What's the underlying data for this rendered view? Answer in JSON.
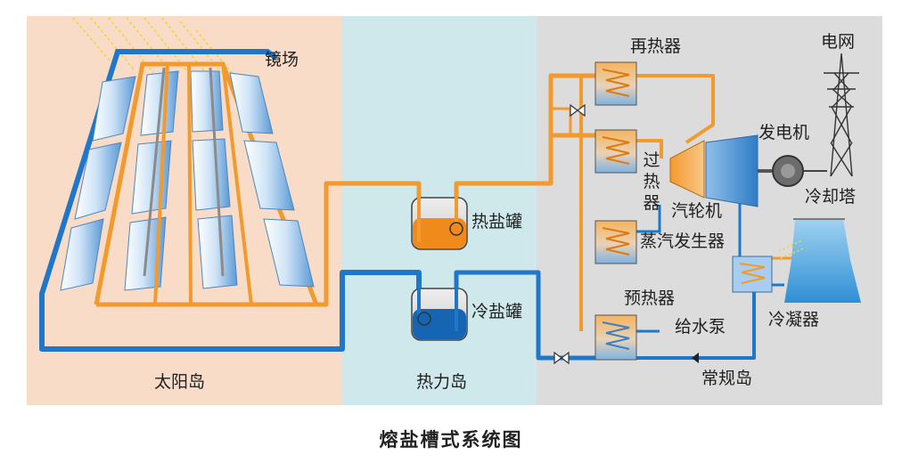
{
  "caption": "熔盐槽式系统图",
  "zones": {
    "solar_island": "太阳岛",
    "thermal_island": "热力岛",
    "conventional_island": "常规岛"
  },
  "labels": {
    "mirror_field": "镜场",
    "hot_salt_tank": "热盐罐",
    "cold_salt_tank": "冷盐罐",
    "reheater": "再热器",
    "superheater": "过热器",
    "steam_generator": "蒸汽发生器",
    "preheater": "预热器",
    "feedwater_pump": "给水泵",
    "steam_turbine": "汽轮机",
    "generator": "发电机",
    "grid": "电网",
    "cooling_tower": "冷却塔",
    "condenser": "冷凝器"
  },
  "colors": {
    "solar_bg": "#f9dcc8",
    "thermal_bg": "#cfe8ec",
    "conventional_bg": "#dcdcdc",
    "hot_pipe": "#f29a2e",
    "cold_pipe": "#1e77c8",
    "hot_salt": "#f08a1a",
    "cold_salt": "#1565b3"
  }
}
